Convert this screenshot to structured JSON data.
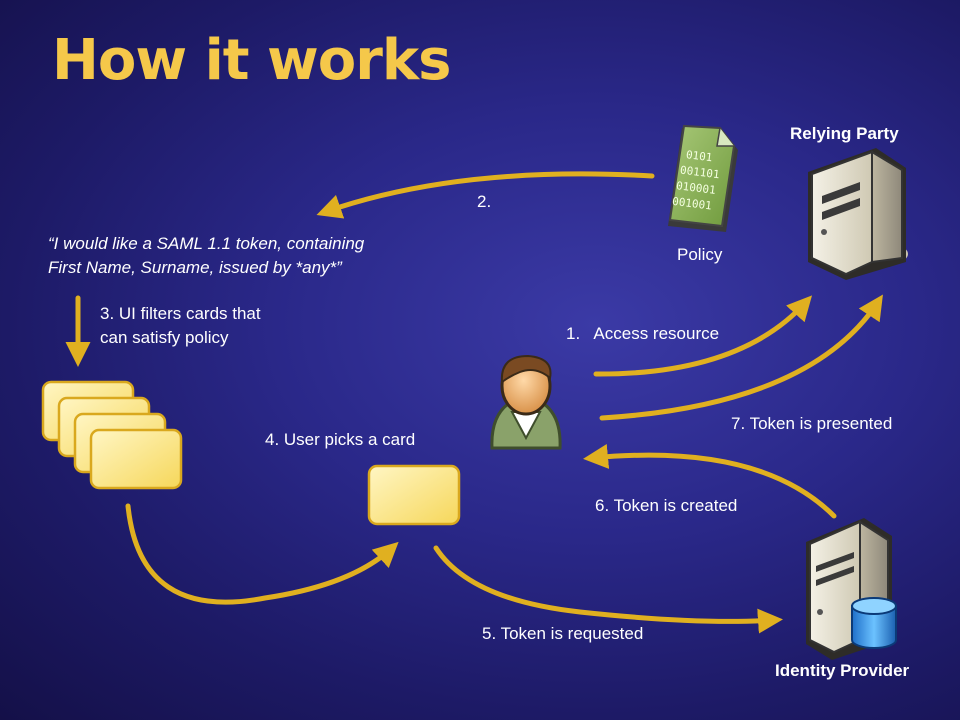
{
  "title": "How it works",
  "labels": {
    "relying_party": "Relying Party",
    "identity_provider": "Identity Provider",
    "policy": "Policy",
    "step2": "2.",
    "request_line1": "“I would like a SAML 1.1 token, containing",
    "request_line2": "First Name, Surname, issued by *any*”",
    "step3_line1": "3. UI filters cards that",
    "step3_line2": "can satisfy policy",
    "step1": "1.   Access resource",
    "step4": "4. User picks a card",
    "step5": "5. Token is requested",
    "step6": "6. Token is created",
    "step7": "7. Token is presented"
  },
  "policy_doc_lines": [
    "0101",
    "001101",
    "010001",
    "001001"
  ],
  "colors": {
    "title": "#f5c84a",
    "arrow": "#e0b020",
    "card_fill": "#fce98a",
    "card_stroke": "#d9a81e",
    "background": "#2a2889"
  }
}
